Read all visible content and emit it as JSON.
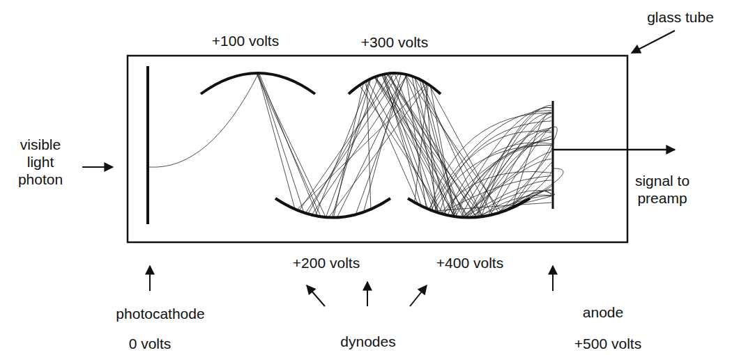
{
  "diagram": {
    "labels": [
      "+100 volts",
      "+300 volts",
      "glass tube",
      "visible light photon",
      "signal to preamp",
      "+200 volts",
      "+400 volts",
      "photocathode",
      "0 volts",
      "dynodes",
      "anode",
      "+500 volts"
    ]
  }
}
